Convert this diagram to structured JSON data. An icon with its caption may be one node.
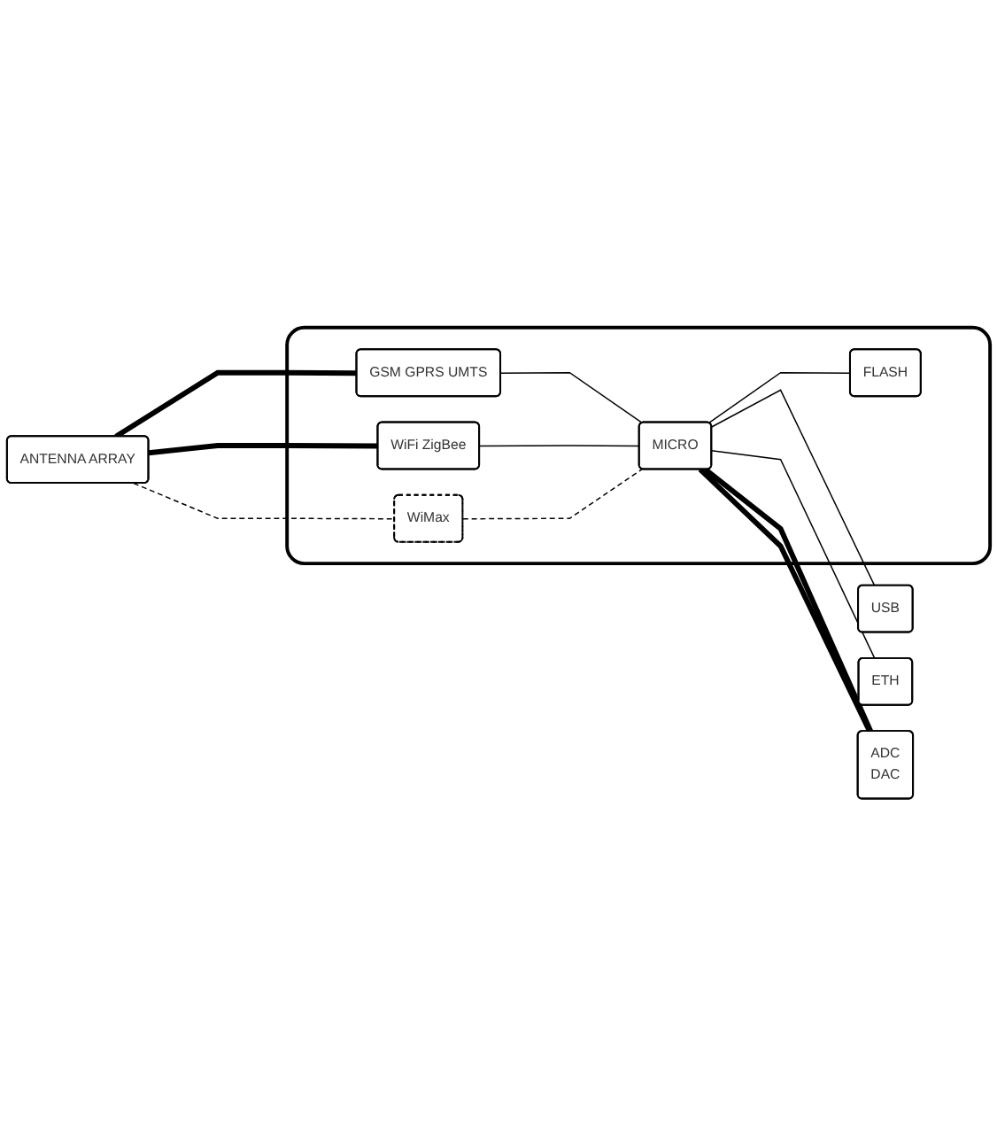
{
  "diagram": {
    "nodes": [
      {
        "text": [],
        "shape": "box"
      },
      {
        "text": [
          "ANTENNA ARRAY"
        ]
      },
      {
        "text": [
          "GSM GPRS UMTS"
        ],
        "in": 0
      },
      {
        "text": [
          "WiFi ZigBee"
        ],
        "in": 0
      },
      {
        "text": [
          "WiMax"
        ],
        "in": 0
      },
      {
        "text": [
          "USB"
        ]
      },
      {
        "text": [
          "MICRO"
        ],
        "in": 0
      },
      {
        "text": [
          "ETH"
        ]
      },
      {
        "text": [
          "FLASH"
        ],
        "in": 0
      },
      {
        "text": [
          "ADC",
          "DAC"
        ]
      }
    ],
    "edges": [
      {
        "from": 1,
        "to": 2,
        "arrow": "none",
        "style": "thick"
      },
      {
        "from": 1,
        "to": 3,
        "arrow": "none",
        "style": "thick"
      },
      {
        "from": 1,
        "to": 4,
        "arrow": "none",
        "style": "dashed"
      },
      {
        "from": 2,
        "to": 6,
        "arrow": "none"
      },
      {
        "from": 3,
        "to": 6,
        "arrow": "none"
      },
      {
        "from": 4,
        "to": 6,
        "arrow": "none",
        "style": "dashed"
      },
      {
        "from": 6,
        "to": 5,
        "arrow": "none"
      },
      {
        "from": 6,
        "to": 7,
        "arrow": "none"
      },
      {
        "from": 6,
        "to": 8,
        "arrow": "none"
      },
      {
        "from": 6,
        "to": 9,
        "arrow": "none",
        "style": "thick"
      },
      {
        "from": 6,
        "to": 9,
        "arrow": "none",
        "style": "thick"
      }
    ]
  }
}
